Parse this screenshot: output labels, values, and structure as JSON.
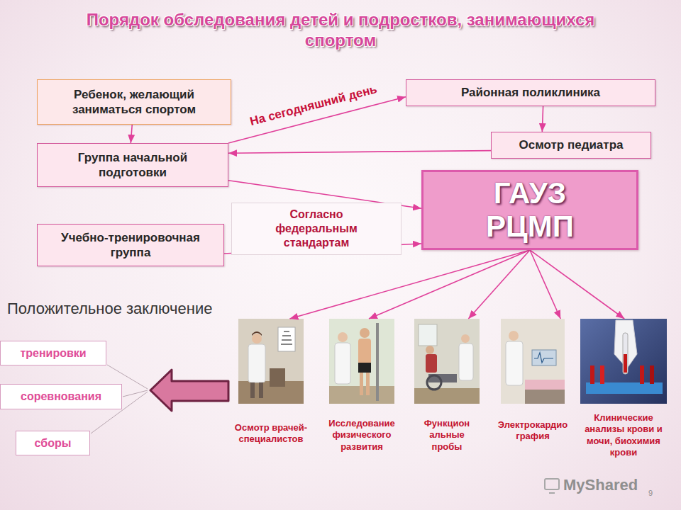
{
  "diagram": {
    "title": "Порядок обследования детей и подростков, занимающихся спортом",
    "nodes": [
      {
        "text": [
          "Ребенок, желающий заниматься спортом"
        ]
      },
      {
        "text": [
          "Районная поликлиника"
        ]
      },
      {
        "text": [
          "Осмотр педиатра"
        ]
      },
      {
        "text": [
          "Группа начальной подготовки"
        ]
      },
      {
        "text": [
          "ГАУЗ РЦМП"
        ]
      },
      {
        "text": [
          "Учебно-тренировочная группа"
        ]
      },
      {
        "text": [
          "Осмотр врачей-специалистов"
        ]
      },
      {
        "text": [
          "Исследование физического развития"
        ]
      },
      {
        "text": [
          "Функцион альные пробы"
        ]
      },
      {
        "text": [
          "Электрокардио графия"
        ]
      },
      {
        "text": [
          "Клинические анализы крови и мочи, биохимия крови"
        ]
      },
      {
        "text": [
          "тренировки"
        ]
      },
      {
        "text": [
          "соревнования"
        ]
      },
      {
        "text": [
          "сборы"
        ]
      }
    ],
    "edges": [
      {
        "from": 0,
        "to": 3,
        "arrow": "to"
      },
      {
        "from": 3,
        "to": 1,
        "label": "На сегодняшний день",
        "arrow": "to"
      },
      {
        "from": 1,
        "to": 2,
        "arrow": "to"
      },
      {
        "from": 2,
        "to": 3,
        "arrow": "to"
      },
      {
        "from": 3,
        "to": 4,
        "arrow": "to"
      },
      {
        "from": 5,
        "to": 4,
        "label": "Согласно федеральным стандартам",
        "arrow": "to"
      },
      {
        "from": 4,
        "to": 6,
        "arrow": "to"
      },
      {
        "from": 4,
        "to": 7,
        "arrow": "to"
      },
      {
        "from": 4,
        "to": 8,
        "arrow": "to"
      },
      {
        "from": 4,
        "to": 9,
        "arrow": "to"
      },
      {
        "from": 4,
        "to": 10,
        "arrow": "to"
      }
    ],
    "labels": [
      "Положительное заключение",
      "MyShared",
      "9"
    ]
  }
}
